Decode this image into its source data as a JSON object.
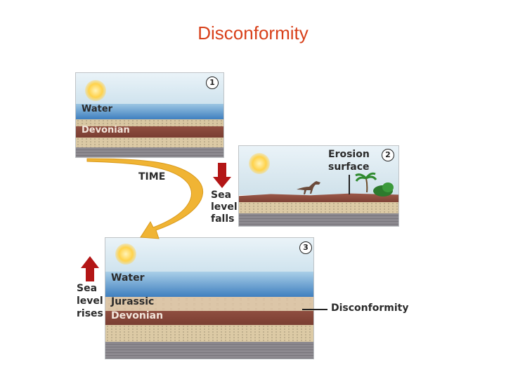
{
  "title": "Disconformity",
  "panel1": {
    "number": "1",
    "water_label": "Water",
    "devonian_label": "Devonian"
  },
  "panel2": {
    "number": "2",
    "erosion_label_line1": "Erosion",
    "erosion_label_line2": "surface"
  },
  "panel3": {
    "number": "3",
    "water_label": "Water",
    "jurassic_label": "Jurassic",
    "devonian_label": "Devonian",
    "disconformity_label": "Disconformity"
  },
  "arrows": {
    "time_label": "TIME",
    "sea_falls_line1": "Sea",
    "sea_falls_line2": "level",
    "sea_falls_line3": "falls",
    "sea_rises_line1": "Sea",
    "sea_rises_line2": "level",
    "sea_rises_line3": "rises"
  },
  "colors": {
    "title": "#d8401a",
    "water_top": "#dfeef6",
    "water_deep": "#3f7fbf",
    "devonian_red": "#8a4a3c",
    "sandstone": "#d9c7a2",
    "shale_gray": "#8d8a90",
    "time_arrow": "#f0b434",
    "sea_arrow": "#b31616"
  }
}
